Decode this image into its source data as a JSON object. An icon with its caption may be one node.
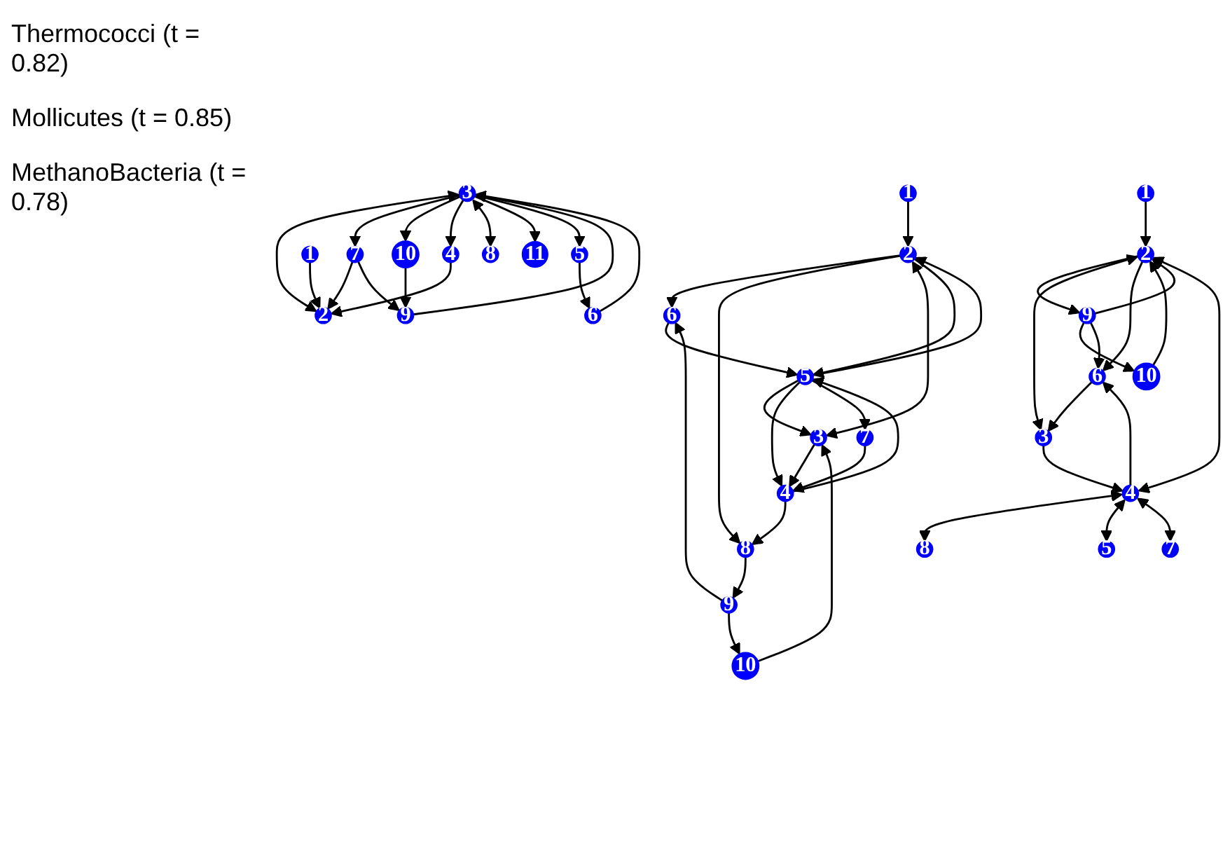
{
  "diagram": {
    "nodes": [
      {
        "text": [
          "1"
        ]
      },
      {
        "text": [
          "2"
        ]
      },
      {
        "text": [
          "3"
        ]
      },
      {
        "text": [
          "4"
        ]
      },
      {
        "text": [
          "5"
        ]
      },
      {
        "text": [
          "6"
        ]
      },
      {
        "text": [
          "7"
        ]
      },
      {
        "text": [
          "8"
        ]
      },
      {
        "text": [
          "9"
        ]
      },
      {
        "text": [
          "10"
        ]
      },
      {
        "text": [
          "1"
        ]
      },
      {
        "text": [
          "2"
        ]
      },
      {
        "text": [
          "3"
        ]
      },
      {
        "text": [
          "4"
        ]
      },
      {
        "text": [
          "5"
        ]
      },
      {
        "text": [
          "6"
        ]
      },
      {
        "text": [
          "7"
        ]
      },
      {
        "text": [
          "8"
        ]
      },
      {
        "text": [
          "9"
        ]
      },
      {
        "text": [
          "10"
        ]
      },
      {
        "text": [
          "11"
        ]
      },
      {
        "text": [
          "1"
        ]
      },
      {
        "text": [
          "2"
        ]
      },
      {
        "text": [
          "3"
        ]
      },
      {
        "text": [
          "4"
        ]
      },
      {
        "text": [
          "5"
        ]
      },
      {
        "text": [
          "6"
        ]
      },
      {
        "text": [
          "7"
        ]
      },
      {
        "text": [
          "8"
        ]
      },
      {
        "text": [
          "9"
        ]
      },
      {
        "text": [
          "10"
        ]
      }
    ],
    "edges": [
      {
        "from": 8,
        "to": 9,
        "arrow": "to"
      },
      {
        "from": 9,
        "to": 2,
        "arrow": "to"
      },
      {
        "from": 8,
        "to": 5,
        "arrow": "to"
      },
      {
        "from": 7,
        "to": 8,
        "arrow": "to"
      },
      {
        "from": 2,
        "to": 3,
        "arrow": "to"
      },
      {
        "from": 3,
        "to": 7,
        "arrow": "to"
      },
      {
        "from": 5,
        "to": 4,
        "arrow": "to"
      },
      {
        "from": 1,
        "to": 5,
        "arrow": "to"
      },
      {
        "from": 1,
        "to": 7,
        "arrow": "to"
      },
      {
        "from": 1,
        "to": 2,
        "arrow": "both"
      },
      {
        "from": 4,
        "to": 2,
        "arrow": "to"
      },
      {
        "from": 4,
        "to": 3,
        "arrow": "to"
      },
      {
        "from": 3,
        "to": 4,
        "arrow": "to"
      },
      {
        "from": 1,
        "to": 4,
        "arrow": "to"
      },
      {
        "from": 4,
        "to": 1,
        "arrow": "to"
      },
      {
        "from": 4,
        "to": 6,
        "arrow": "to"
      },
      {
        "from": 6,
        "to": 3,
        "arrow": "to"
      },
      {
        "from": 0,
        "to": 1,
        "arrow": "to"
      },
      {
        "from": 10,
        "to": 11,
        "arrow": "to"
      },
      {
        "from": 16,
        "to": 11,
        "arrow": "to"
      },
      {
        "from": 13,
        "to": 11,
        "arrow": "to"
      },
      {
        "from": 12,
        "to": 11,
        "arrow": "both"
      },
      {
        "from": 12,
        "to": 16,
        "arrow": "to"
      },
      {
        "from": 16,
        "to": 18,
        "arrow": "to"
      },
      {
        "from": 18,
        "to": 12,
        "arrow": "to"
      },
      {
        "from": 19,
        "to": 18,
        "arrow": "to"
      },
      {
        "from": 12,
        "to": 19,
        "arrow": "to"
      },
      {
        "from": 12,
        "to": 13,
        "arrow": "to"
      },
      {
        "from": 12,
        "to": 17,
        "arrow": "both"
      },
      {
        "from": 12,
        "to": 20,
        "arrow": "to"
      },
      {
        "from": 12,
        "to": 14,
        "arrow": "to"
      },
      {
        "from": 14,
        "to": 15,
        "arrow": "to"
      },
      {
        "from": 15,
        "to": 12,
        "arrow": "to"
      },
      {
        "from": 29,
        "to": 30,
        "arrow": "to"
      },
      {
        "from": 30,
        "to": 22,
        "arrow": "to"
      },
      {
        "from": 22,
        "to": 29,
        "arrow": "to"
      },
      {
        "from": 29,
        "to": 22,
        "arrow": "to"
      },
      {
        "from": 21,
        "to": 22,
        "arrow": "to"
      },
      {
        "from": 22,
        "to": 23,
        "arrow": "both"
      },
      {
        "from": 22,
        "to": 26,
        "arrow": "to"
      },
      {
        "from": 29,
        "to": 26,
        "arrow": "to"
      },
      {
        "from": 26,
        "to": 23,
        "arrow": "to"
      },
      {
        "from": 23,
        "to": 24,
        "arrow": "to"
      },
      {
        "from": 24,
        "to": 22,
        "arrow": "both"
      },
      {
        "from": 24,
        "to": 26,
        "arrow": "to"
      },
      {
        "from": 24,
        "to": 28,
        "arrow": "both"
      },
      {
        "from": 24,
        "to": 25,
        "arrow": "both"
      },
      {
        "from": 24,
        "to": 27,
        "arrow": "both"
      }
    ],
    "labels": [
      "Thermococci (t = 0.82)",
      "Mollicutes (t = 0.85)",
      "MethanoBacteria (t = 0.78)"
    ]
  }
}
